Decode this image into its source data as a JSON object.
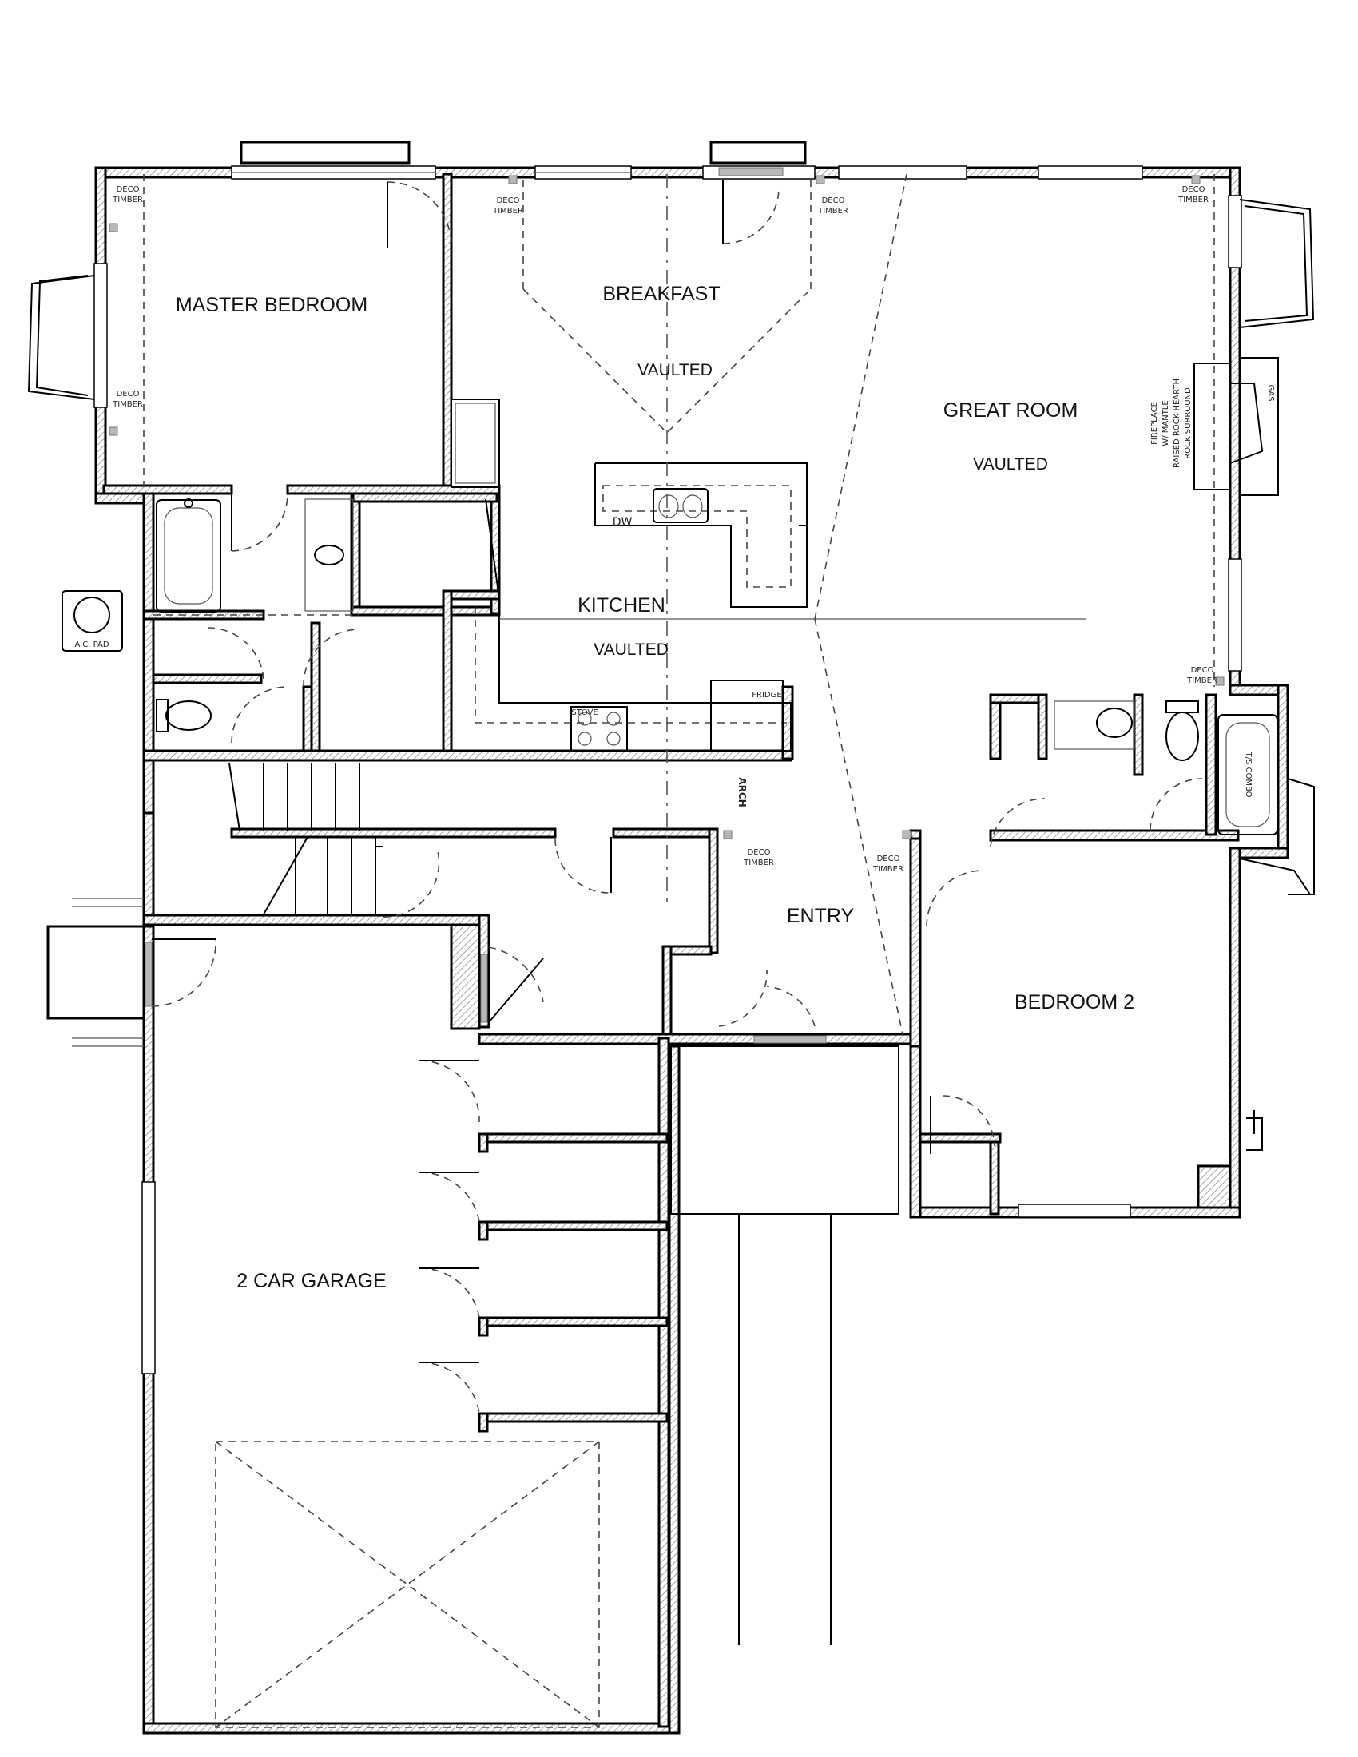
{
  "rooms": {
    "master_bedroom": "MASTER BEDROOM",
    "breakfast": "BREAKFAST",
    "breakfast_vaulted": "VAULTED",
    "great_room": "GREAT ROOM",
    "great_room_vaulted": "VAULTED",
    "kitchen": "KITCHEN",
    "kitchen_vaulted": "VAULTED",
    "entry": "ENTRY",
    "bedroom_2": "BEDROOM 2",
    "garage": "2 CAR GARAGE"
  },
  "labels": {
    "deco": "DECO",
    "timber": "TIMBER",
    "dw": "DW",
    "stove": "STOVE",
    "fridge": "FRIDGE",
    "arch": "ARCH",
    "ac_pad": "A.C. PAD",
    "ts_combo": "T/S COMBO",
    "gas": "GAS",
    "fireplace_1": "FIREPLACE",
    "fireplace_2": "W/ MANTLE",
    "fireplace_3": "RAISED ROCK HEARTH",
    "fireplace_4": "ROCK SURROUND"
  }
}
